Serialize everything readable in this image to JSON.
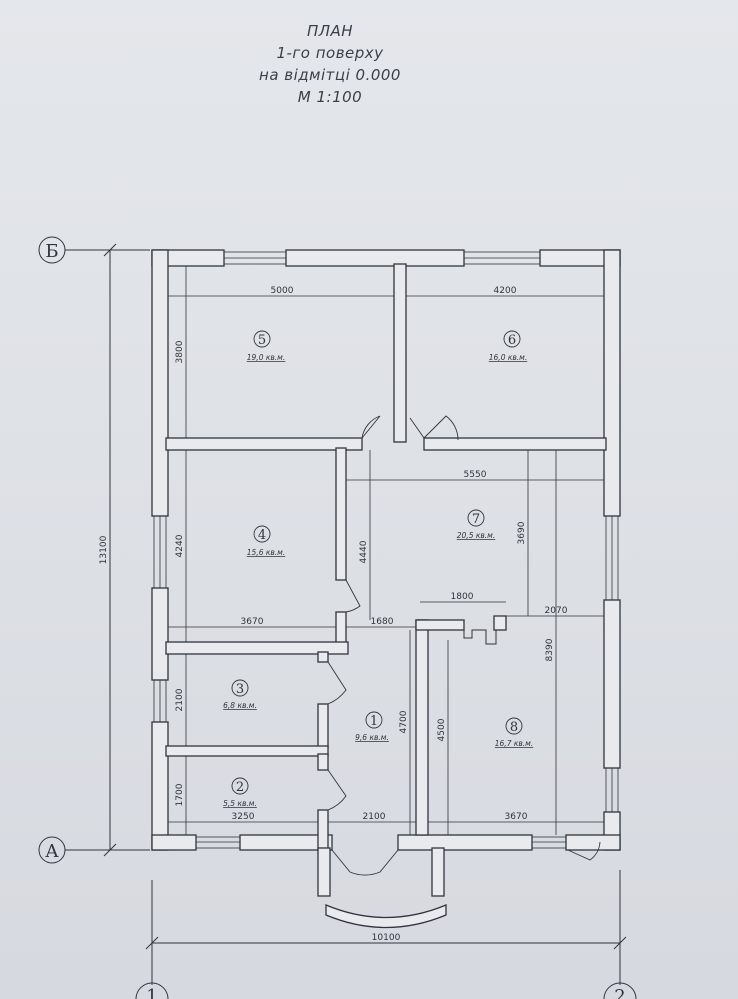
{
  "title": {
    "line1": "ПЛАН",
    "line2": "1-го поверху",
    "line3": "на відмітці 0.000",
    "line4": "М 1:100"
  },
  "axes": {
    "top": "Б",
    "bottom": "А",
    "left": "1",
    "right": "2"
  },
  "rooms": [
    {
      "num": "5",
      "area": "19,0 кв.м."
    },
    {
      "num": "6",
      "area": "16,0 кв.м."
    },
    {
      "num": "4",
      "area": "15,6 кв.м."
    },
    {
      "num": "7",
      "area": "20,5 кв.м."
    },
    {
      "num": "3",
      "area": "6,8 кв.м."
    },
    {
      "num": "1",
      "area": "9,6 кв.м."
    },
    {
      "num": "8",
      "area": "16,7 кв.м."
    },
    {
      "num": "2",
      "area": "5,5 кв.м."
    }
  ],
  "dims": {
    "d5000": "5000",
    "d4200": "4200",
    "d3800": "3800",
    "d5550": "5550",
    "d4240": "4240",
    "d4440": "4440",
    "d3690": "3690",
    "d3670a": "3670",
    "d1680": "1680",
    "d1800": "1800",
    "d2070": "2070",
    "d8390": "8390",
    "d2100a": "2100",
    "d4700": "4700",
    "d4500": "4500",
    "d1700": "1700",
    "d3250": "3250",
    "d2100b": "2100",
    "d3670b": "3670",
    "d13100": "13100",
    "d10100": "10100"
  },
  "colors": {
    "ink": "#2f343d",
    "wall": "#e8eaee",
    "paper": "#dfe2e7"
  }
}
